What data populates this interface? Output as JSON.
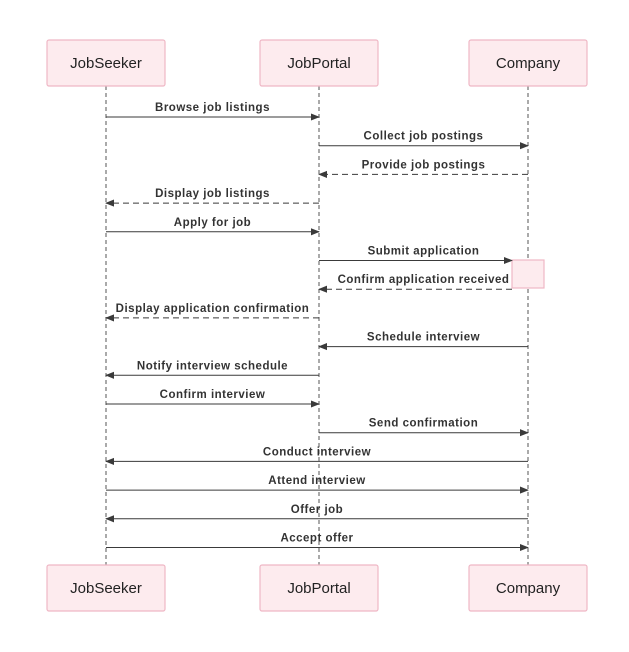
{
  "actors": [
    {
      "id": "jobseeker",
      "label": "JobSeeker"
    },
    {
      "id": "jobportal",
      "label": "JobPortal"
    },
    {
      "id": "company",
      "label": "Company"
    }
  ],
  "messages": [
    {
      "from": 0,
      "to": 1,
      "label": "Browse job listings",
      "type": "sync"
    },
    {
      "from": 1,
      "to": 2,
      "label": "Collect job postings",
      "type": "sync"
    },
    {
      "from": 2,
      "to": 1,
      "label": "Provide job postings",
      "type": "reply"
    },
    {
      "from": 1,
      "to": 0,
      "label": "Display job listings",
      "type": "reply"
    },
    {
      "from": 0,
      "to": 1,
      "label": "Apply for job",
      "type": "sync"
    },
    {
      "from": 1,
      "to": 2,
      "label": "Submit application",
      "type": "sync",
      "activates": true
    },
    {
      "from": 2,
      "to": 1,
      "label": "Confirm application received",
      "type": "reply"
    },
    {
      "from": 1,
      "to": 0,
      "label": "Display application confirmation",
      "type": "reply"
    },
    {
      "from": 2,
      "to": 1,
      "label": "Schedule interview",
      "type": "sync"
    },
    {
      "from": 1,
      "to": 0,
      "label": "Notify interview schedule",
      "type": "sync"
    },
    {
      "from": 0,
      "to": 1,
      "label": "Confirm interview",
      "type": "sync"
    },
    {
      "from": 1,
      "to": 2,
      "label": "Send confirmation",
      "type": "sync"
    },
    {
      "from": 2,
      "to": 0,
      "label": "Conduct interview",
      "type": "sync"
    },
    {
      "from": 0,
      "to": 2,
      "label": "Attend interview",
      "type": "sync"
    },
    {
      "from": 2,
      "to": 0,
      "label": "Offer job",
      "type": "sync"
    },
    {
      "from": 0,
      "to": 2,
      "label": "Accept offer",
      "type": "sync"
    }
  ],
  "colors": {
    "actor_fill": "#fdebee",
    "actor_stroke": "#efb7c5",
    "line": "#3a3a3a"
  }
}
